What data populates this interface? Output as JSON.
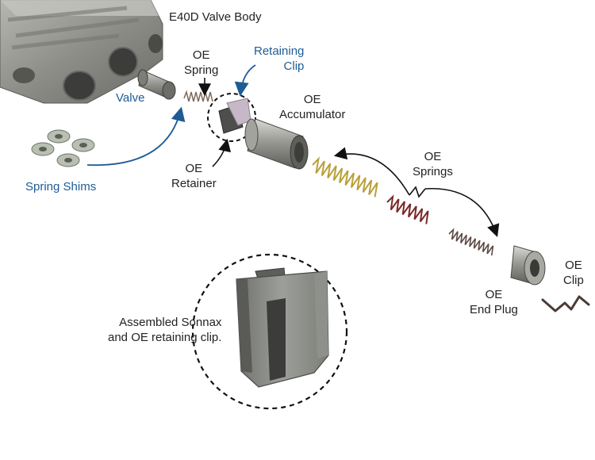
{
  "title": "E40D Valve Body",
  "colors": {
    "label_text": "#222222",
    "callout_blue": "#1f5b95",
    "arrow_black": "#111111",
    "casting_gray": "#8a8a86",
    "spring_brass": "#b8a13a",
    "spring_red": "#7a2a2a"
  },
  "labels": {
    "valve": "Valve",
    "spring_shims": "Spring Shims",
    "oe_spring": [
      "OE",
      "Spring"
    ],
    "retaining_clip": [
      "Retaining",
      "Clip"
    ],
    "oe_retainer": [
      "OE",
      "Retainer"
    ],
    "oe_accumulator": [
      "OE",
      "Accumulator"
    ],
    "oe_springs": [
      "OE",
      "Springs"
    ],
    "oe_end_plug": [
      "OE",
      "End Plug"
    ],
    "oe_clip": [
      "OE",
      "Clip"
    ],
    "assembled_caption": [
      "Assembled Sonnax",
      "and OE retaining clip."
    ]
  },
  "parts": [
    {
      "name": "valve-body-casting"
    },
    {
      "name": "valve"
    },
    {
      "name": "oe-spring"
    },
    {
      "name": "oe-retainer"
    },
    {
      "name": "retaining-clip"
    },
    {
      "name": "oe-accumulator"
    },
    {
      "name": "oe-springs"
    },
    {
      "name": "oe-end-plug"
    },
    {
      "name": "oe-clip"
    },
    {
      "name": "spring-shims"
    },
    {
      "name": "assembled-clip-detail"
    }
  ]
}
